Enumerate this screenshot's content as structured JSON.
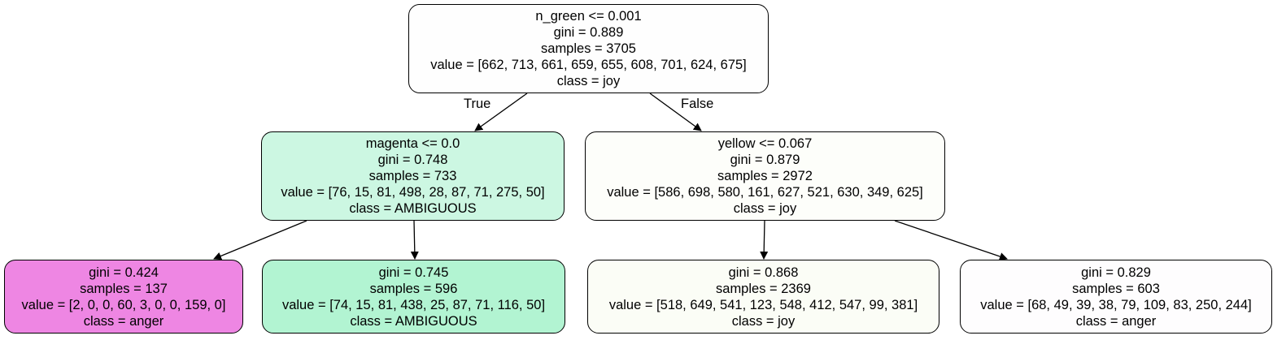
{
  "nodes": {
    "root": {
      "condition": "n_green <= 0.001",
      "gini": "gini = 0.889",
      "samples": "samples = 3705",
      "value": "value = [662, 713, 661, 659, 655, 608, 701, 624, 675]",
      "class": "class = joy",
      "color": "#fefefe"
    },
    "left": {
      "condition": "magenta <= 0.0",
      "gini": "gini = 0.748",
      "samples": "samples = 733",
      "value": "value = [76, 15, 81, 498, 28, 87, 71, 275, 50]",
      "class": "class = AMBIGUOUS",
      "color": "#ccf7e2"
    },
    "right": {
      "condition": "yellow <= 0.067",
      "gini": "gini = 0.879",
      "samples": "samples = 2972",
      "value": "value = [586, 698, 580, 161, 627, 521, 630, 349, 625]",
      "class": "class = joy",
      "color": "#fdfefa"
    },
    "ll": {
      "gini": "gini = 0.424",
      "samples": "samples = 137",
      "value": "value = [2, 0, 0, 60, 3, 0, 0, 159, 0]",
      "class": "class = anger",
      "color": "#ee86e3"
    },
    "lr": {
      "gini": "gini = 0.745",
      "samples": "samples = 596",
      "value": "value = [74, 15, 81, 438, 25, 87, 71, 116, 50]",
      "class": "class = AMBIGUOUS",
      "color": "#b2f4d2"
    },
    "rl": {
      "gini": "gini = 0.868",
      "samples": "samples = 2369",
      "value": "value = [518, 649, 541, 123, 548, 412, 547, 99, 381]",
      "class": "class = joy",
      "color": "#fbfdf6"
    },
    "rr": {
      "gini": "gini = 0.829",
      "samples": "samples = 603",
      "value": "value = [68, 49, 39, 38, 79, 109, 83, 250, 244]",
      "class": "class = anger",
      "color": "#fefdfe"
    }
  },
  "edges": {
    "true_label": "True",
    "false_label": "False"
  }
}
